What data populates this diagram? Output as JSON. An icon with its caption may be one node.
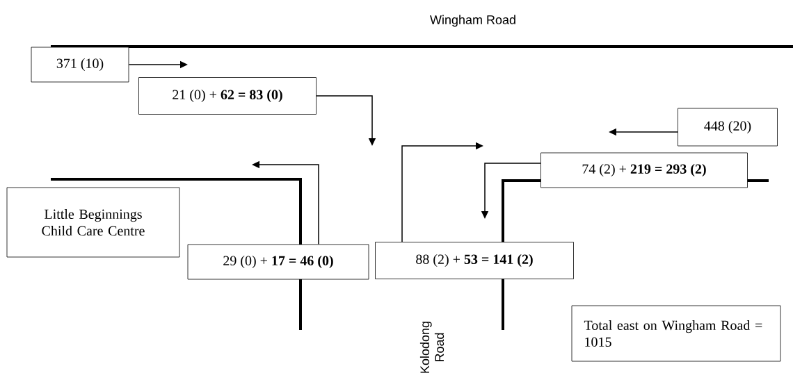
{
  "diagram": {
    "nodes": [
      {
        "text": [
          "371 (10)"
        ]
      },
      {
        "text": [
          "21 (0) + **62 = 83 (0)**"
        ]
      },
      {
        "text": [
          "448 (20)"
        ]
      },
      {
        "text": [
          "74 (2) + **219 = 293 (2)**"
        ]
      },
      {
        "text": [
          "Little Beginnings Child Care Centre"
        ]
      },
      {
        "text": [
          "29 (0) + **17 = 46 (0)**"
        ]
      },
      {
        "text": [
          "88 (2) + **53 = 141 (2)**"
        ]
      },
      {
        "text": [
          "Total east on Wingham Road = 1015"
        ]
      }
    ],
    "edges": [
      {
        "from": 0,
        "to": null,
        "arrow": "to"
      },
      {
        "from": 1,
        "to": null,
        "arrow": "to"
      },
      {
        "from": 2,
        "to": null,
        "arrow": "to"
      },
      {
        "from": 3,
        "to": null,
        "arrow": "to"
      },
      {
        "from": 5,
        "to": null,
        "arrow": "to"
      },
      {
        "from": 6,
        "to": null,
        "arrow": "to"
      }
    ],
    "labels": [
      "Wingham Road",
      "Kolodong Road"
    ]
  }
}
